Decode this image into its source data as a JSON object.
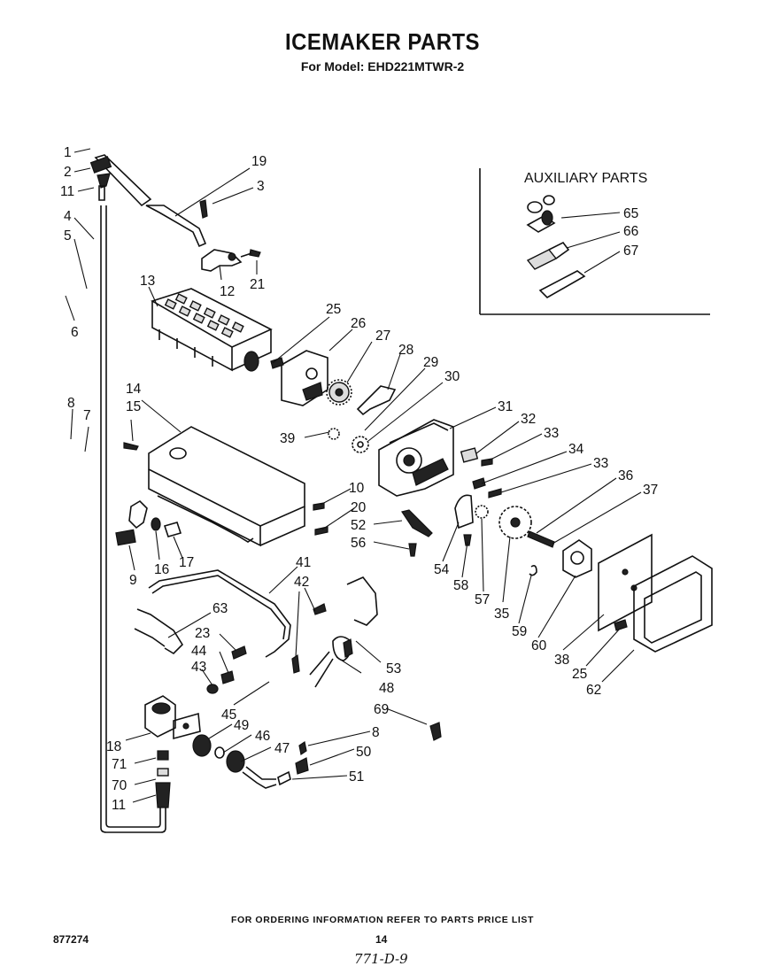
{
  "header": {
    "title": "ICEMAKER PARTS",
    "subtitle": "For Model: EHD221MTWR-2"
  },
  "auxiliary": {
    "title": "AUXILIARY PARTS"
  },
  "callouts": {
    "c1": "1",
    "c2": "2",
    "c11a": "11",
    "c4": "4",
    "c5": "5",
    "c6": "6",
    "c8a": "8",
    "c7": "7",
    "c19": "19",
    "c3": "3",
    "c12": "12",
    "c21": "21",
    "c13": "13",
    "c25a": "25",
    "c26": "26",
    "c27": "27",
    "c28": "28",
    "c29": "29",
    "c30": "30",
    "c39": "39",
    "c14": "14",
    "c15": "15",
    "c10": "10",
    "c20": "20",
    "c52": "52",
    "c56": "56",
    "c9": "9",
    "c16": "16",
    "c17": "17",
    "c31": "31",
    "c32": "32",
    "c33a": "33",
    "c34": "34",
    "c33b": "33",
    "c36": "36",
    "c37": "37",
    "c54": "54",
    "c58": "58",
    "c57": "57",
    "c35": "35",
    "c59": "59",
    "c60": "60",
    "c38": "38",
    "c25b": "25",
    "c62": "62",
    "c41": "41",
    "c42": "42",
    "c63": "63",
    "c23": "23",
    "c44": "44",
    "c43": "43",
    "c45": "45",
    "c53": "53",
    "c48": "48",
    "c69": "69",
    "c18": "18",
    "c49": "49",
    "c46": "46",
    "c47": "47",
    "c8b": "8",
    "c50": "50",
    "c51": "51",
    "c71": "71",
    "c70": "70",
    "c11b": "11",
    "c65": "65",
    "c66": "66",
    "c67": "67"
  },
  "footer": {
    "note": "FOR ORDERING INFORMATION REFER TO PARTS PRICE LIST",
    "doc_number": "877274",
    "page_number": "14",
    "handwritten": "771-D-9"
  }
}
